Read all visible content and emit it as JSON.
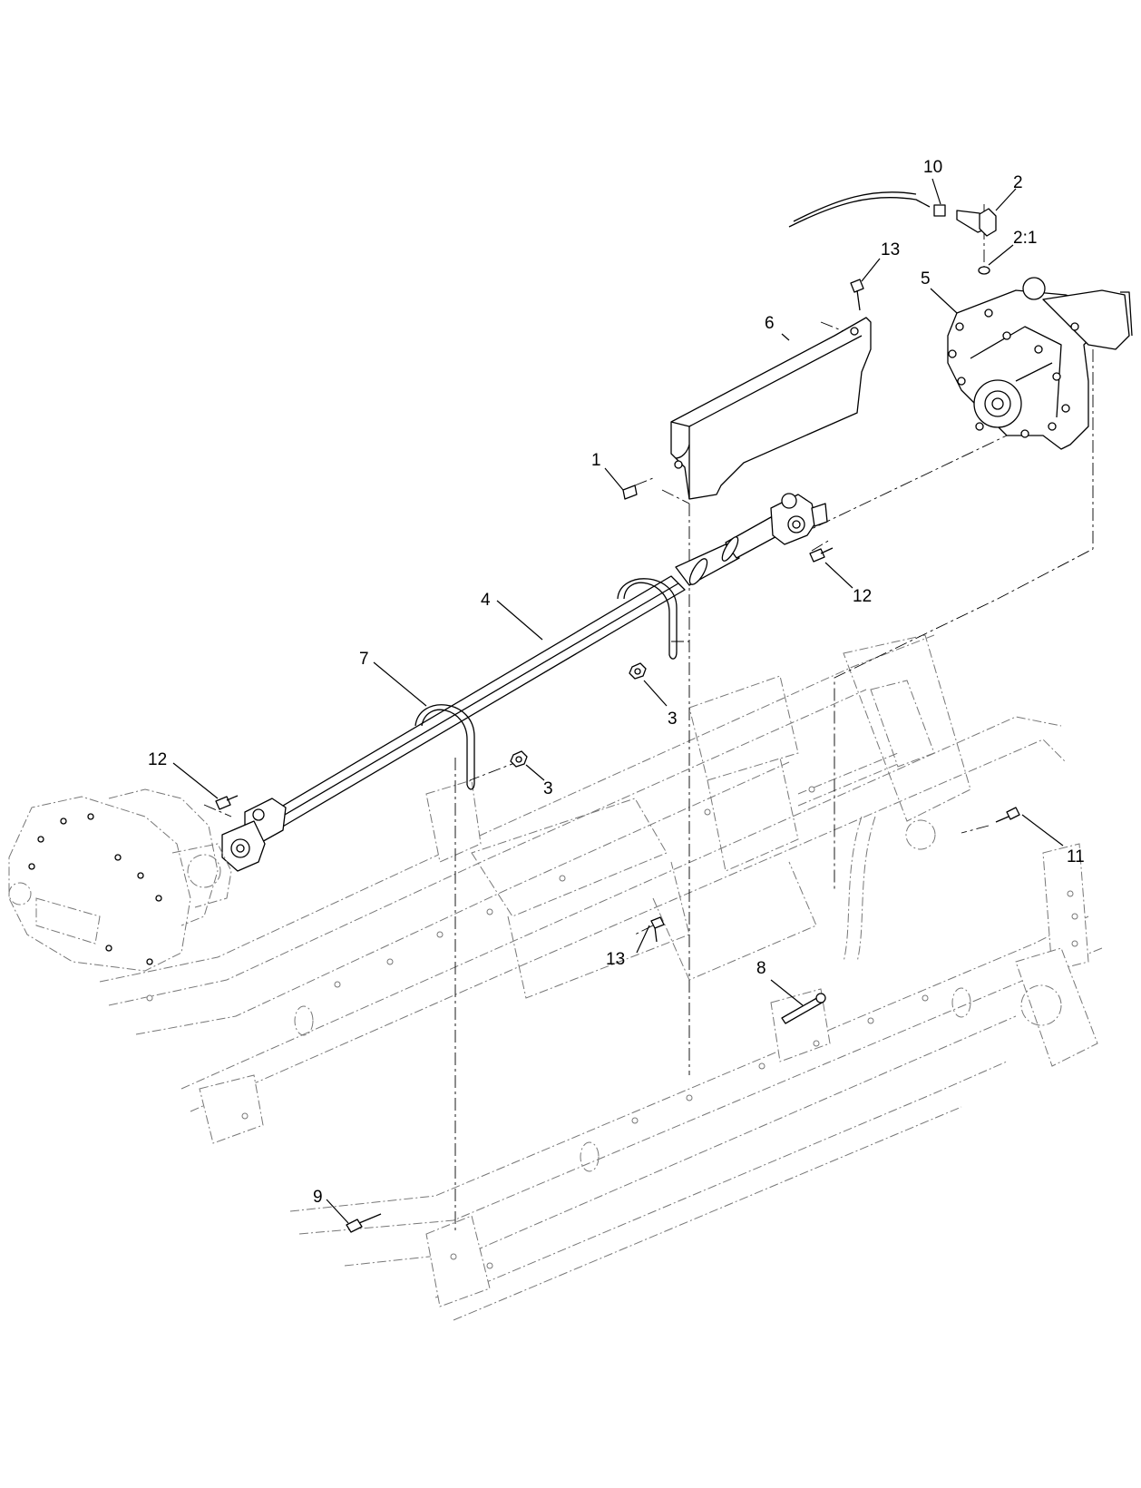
{
  "diagram": {
    "type": "exploded-parts-view",
    "callouts": [
      {
        "id": "c10",
        "label": "10"
      },
      {
        "id": "c2",
        "label": "2"
      },
      {
        "id": "c2-1",
        "label": "2:1"
      },
      {
        "id": "c13-top",
        "label": "13"
      },
      {
        "id": "c5",
        "label": "5"
      },
      {
        "id": "c6",
        "label": "6"
      },
      {
        "id": "c1",
        "label": "1"
      },
      {
        "id": "c12-right",
        "label": "12"
      },
      {
        "id": "c4",
        "label": "4"
      },
      {
        "id": "c7",
        "label": "7"
      },
      {
        "id": "c3-upper",
        "label": "3"
      },
      {
        "id": "c3-lower",
        "label": "3"
      },
      {
        "id": "c12-left",
        "label": "12"
      },
      {
        "id": "c11",
        "label": "11"
      },
      {
        "id": "c13-lower",
        "label": "13"
      },
      {
        "id": "c8",
        "label": "8"
      },
      {
        "id": "c9",
        "label": "9"
      }
    ]
  }
}
